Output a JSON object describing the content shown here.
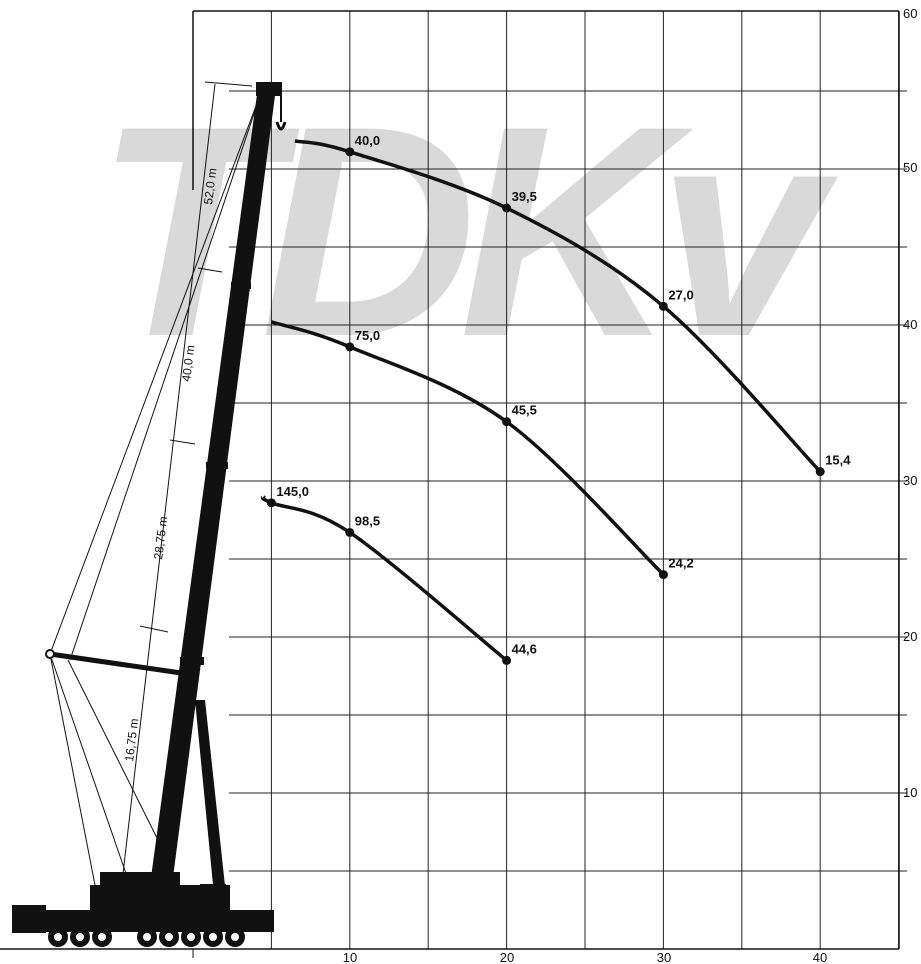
{
  "watermark": "TDKv",
  "axes": {
    "x_ticks": [
      "10",
      "20",
      "30",
      "40"
    ],
    "y_ticks": [
      "10",
      "20",
      "30",
      "40",
      "50",
      "60"
    ]
  },
  "boom_sections": [
    "16,75 m",
    "28,75 m",
    "40,0 m",
    "52,0 m"
  ],
  "chart_data": {
    "type": "line",
    "xlim": [
      0,
      45
    ],
    "ylim": [
      0,
      60
    ],
    "grid": true,
    "series": [
      {
        "values": [
          [
            4.5,
            29.0
          ],
          [
            5,
            28.6
          ],
          [
            10,
            26.7
          ],
          [
            20,
            18.5
          ]
        ],
        "points": [
          {
            "x": 5,
            "y": 28.6,
            "label": "145,0"
          },
          {
            "x": 10,
            "y": 26.7,
            "label": "98,5"
          },
          {
            "x": 20,
            "y": 18.5,
            "label": "44,6"
          }
        ]
      },
      {
        "values": [
          [
            5,
            40.2
          ],
          [
            10,
            38.6
          ],
          [
            20,
            33.8
          ],
          [
            30,
            24.0
          ]
        ],
        "points": [
          {
            "x": 10,
            "y": 38.6,
            "label": "75,0"
          },
          {
            "x": 20,
            "y": 33.8,
            "label": "45,5"
          },
          {
            "x": 30,
            "y": 24.0,
            "label": "24,2"
          }
        ]
      },
      {
        "values": [
          [
            6.5,
            51.8
          ],
          [
            10,
            51.1
          ],
          [
            20,
            47.5
          ],
          [
            30,
            41.2
          ],
          [
            40,
            30.6
          ]
        ],
        "points": [
          {
            "x": 10,
            "y": 51.1,
            "label": "40,0"
          },
          {
            "x": 20,
            "y": 47.5,
            "label": "39,5"
          },
          {
            "x": 30,
            "y": 41.2,
            "label": "27,0"
          },
          {
            "x": 40,
            "y": 30.6,
            "label": "15,4"
          }
        ]
      }
    ]
  }
}
